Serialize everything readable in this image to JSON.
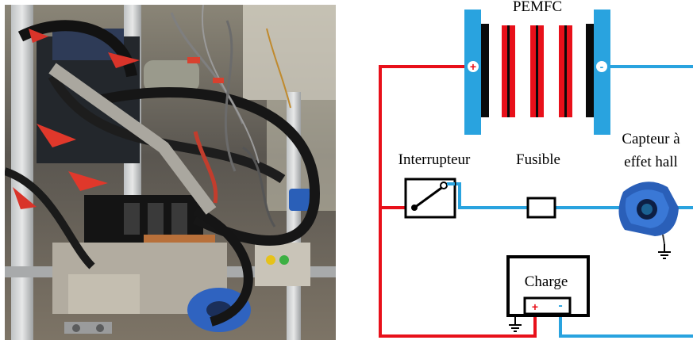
{
  "schematic": {
    "stack_label": "PEMFC",
    "positive_terminal": "+",
    "negative_terminal": "-",
    "switch_label": "Interrupteur",
    "fuse_label": "Fusible",
    "sensor_label_line1": "Capteur à",
    "sensor_label_line2": "effet hall",
    "load_label": "Charge",
    "load_plus": "+",
    "load_minus": "-"
  },
  "colors": {
    "positive_wire": "#e8101a",
    "negative_wire": "#29a3df",
    "plate_blue": "#29a3df",
    "sensor_blue": "#2a5fb8"
  }
}
